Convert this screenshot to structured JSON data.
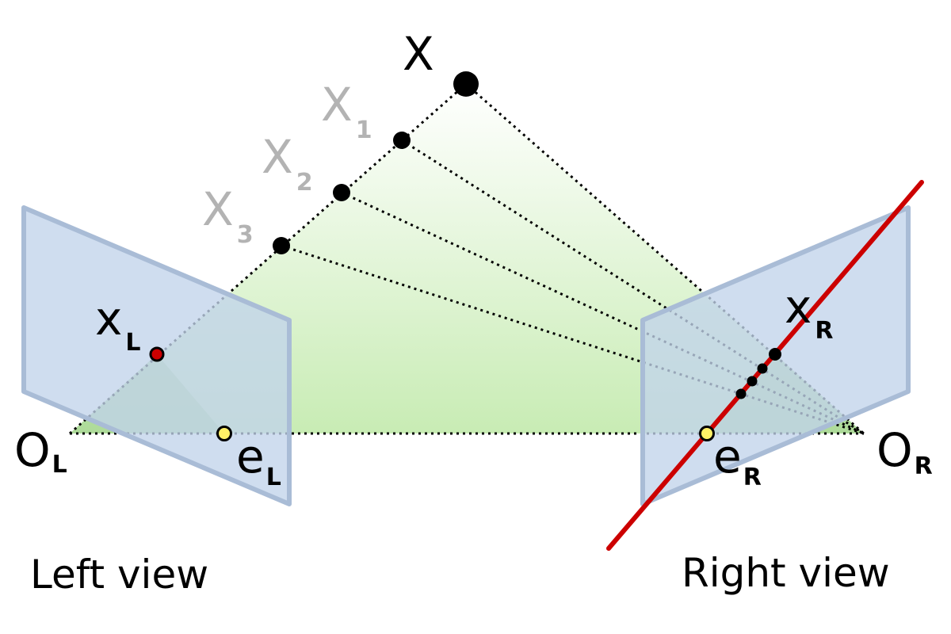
{
  "labels": {
    "X": "X",
    "X1": {
      "main": "X",
      "sub": "1"
    },
    "X2": {
      "main": "X",
      "sub": "2"
    },
    "X3": {
      "main": "X",
      "sub": "3"
    },
    "xL": {
      "main": "x",
      "sub": "L"
    },
    "xR": {
      "main": "x",
      "sub": "R"
    },
    "OL": {
      "main": "O",
      "sub": "L"
    },
    "OR": {
      "main": "O",
      "sub": "R"
    },
    "eL": {
      "main": "e",
      "sub": "L"
    },
    "eR": {
      "main": "e",
      "sub": "R"
    }
  },
  "captions": {
    "left": "Left view",
    "right": "Right view"
  },
  "colors": {
    "image_plane_fill": "#c2d4ea",
    "image_plane_stroke": "#a9bcd6",
    "epipolar_plane": "#c8ecb4",
    "epipolar_line": "#cc0000",
    "epipole_fill": "#fff066",
    "point_fill": "#000000",
    "gray_label": "#b3b3b3"
  }
}
